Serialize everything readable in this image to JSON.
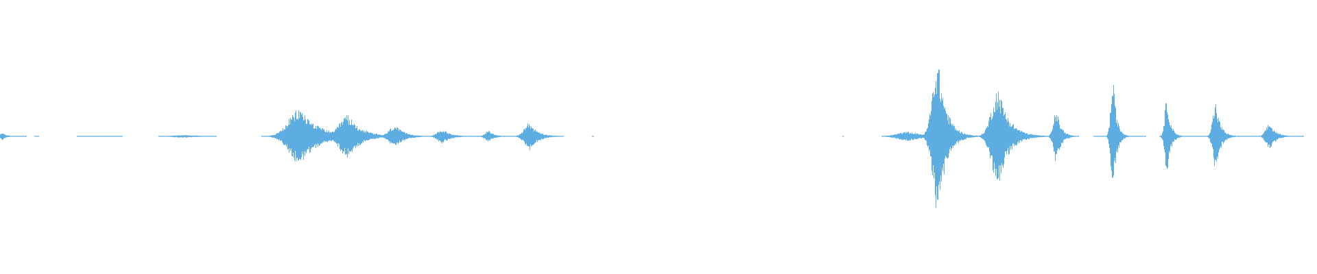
{
  "waveform": {
    "color": "#5dade2",
    "baseline_amplitude": 0.0,
    "bursts": [
      {
        "t": 0.002,
        "w": 0.006,
        "a": 0.05
      },
      {
        "t": 0.008,
        "w": 0.02,
        "a": 0.006
      },
      {
        "t": 0.028,
        "w": 0.01,
        "a": 0.004
      },
      {
        "t": 0.075,
        "w": 0.035,
        "a": 0.006
      },
      {
        "t": 0.14,
        "w": 0.03,
        "a": 0.018
      },
      {
        "t": 0.228,
        "w": 0.03,
        "a": 0.36
      },
      {
        "t": 0.264,
        "w": 0.022,
        "a": 0.28
      },
      {
        "t": 0.3,
        "w": 0.016,
        "a": 0.14
      },
      {
        "t": 0.336,
        "w": 0.014,
        "a": 0.09
      },
      {
        "t": 0.371,
        "w": 0.01,
        "a": 0.07
      },
      {
        "t": 0.402,
        "w": 0.014,
        "a": 0.18
      },
      {
        "t": 0.45,
        "w": 0.004,
        "a": 0.004
      },
      {
        "t": 0.64,
        "w": 0.004,
        "a": 0.004
      },
      {
        "t": 0.69,
        "w": 0.03,
        "a": 0.06
      },
      {
        "t": 0.712,
        "w": 0.014,
        "a": 1.0
      },
      {
        "t": 0.758,
        "w": 0.018,
        "a": 0.62
      },
      {
        "t": 0.802,
        "w": 0.008,
        "a": 0.34
      },
      {
        "t": 0.845,
        "w": 0.006,
        "a": 0.74
      },
      {
        "t": 0.886,
        "w": 0.006,
        "a": 0.52
      },
      {
        "t": 0.923,
        "w": 0.008,
        "a": 0.44
      },
      {
        "t": 0.964,
        "w": 0.01,
        "a": 0.17
      },
      {
        "t": 0.985,
        "w": 0.01,
        "a": 0.004
      }
    ],
    "noise_segments": [
      {
        "start": 0.0,
        "end": 0.02
      },
      {
        "start": 0.058,
        "end": 0.093
      },
      {
        "start": 0.12,
        "end": 0.162
      },
      {
        "start": 0.198,
        "end": 0.424
      },
      {
        "start": 0.676,
        "end": 0.79
      },
      {
        "start": 0.83,
        "end": 0.87
      },
      {
        "start": 0.88,
        "end": 0.99
      }
    ]
  }
}
